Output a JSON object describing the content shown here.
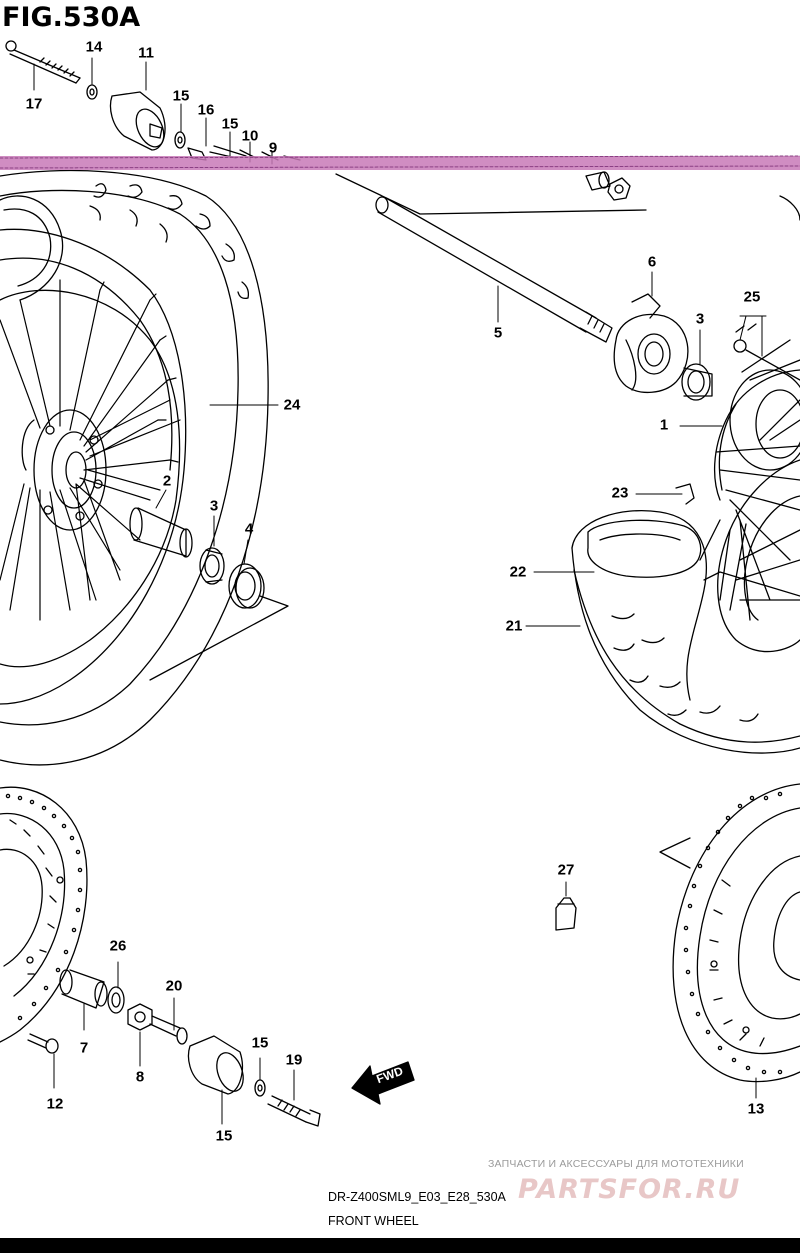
{
  "figure": {
    "title": "FIG.530A"
  },
  "part_numbers": [
    "1",
    "2",
    "3",
    "3",
    "4",
    "5",
    "6",
    "7",
    "8",
    "9",
    "10",
    "11",
    "12",
    "13",
    "14",
    "15",
    "15",
    "15",
    "15",
    "16",
    "17",
    "19",
    "20",
    "21",
    "22",
    "23",
    "24",
    "25",
    "26",
    "27"
  ],
  "fwd_label": "FWD",
  "footer": {
    "model_code": "DR-Z400SML9_E03_E28_530A",
    "caption": "FRONT WHEEL"
  },
  "watermark": {
    "line1": "ЗАПЧАСТИ И АКСЕССУАРЫ ДЛЯ МОТОТЕХНИКИ",
    "line2": "PARTSFOR.RU"
  },
  "colors": {
    "line": "#000000",
    "banner": "#c879b7",
    "watermark_gray": "#9a9a9a",
    "watermark_logo": "#e8c7c7"
  }
}
